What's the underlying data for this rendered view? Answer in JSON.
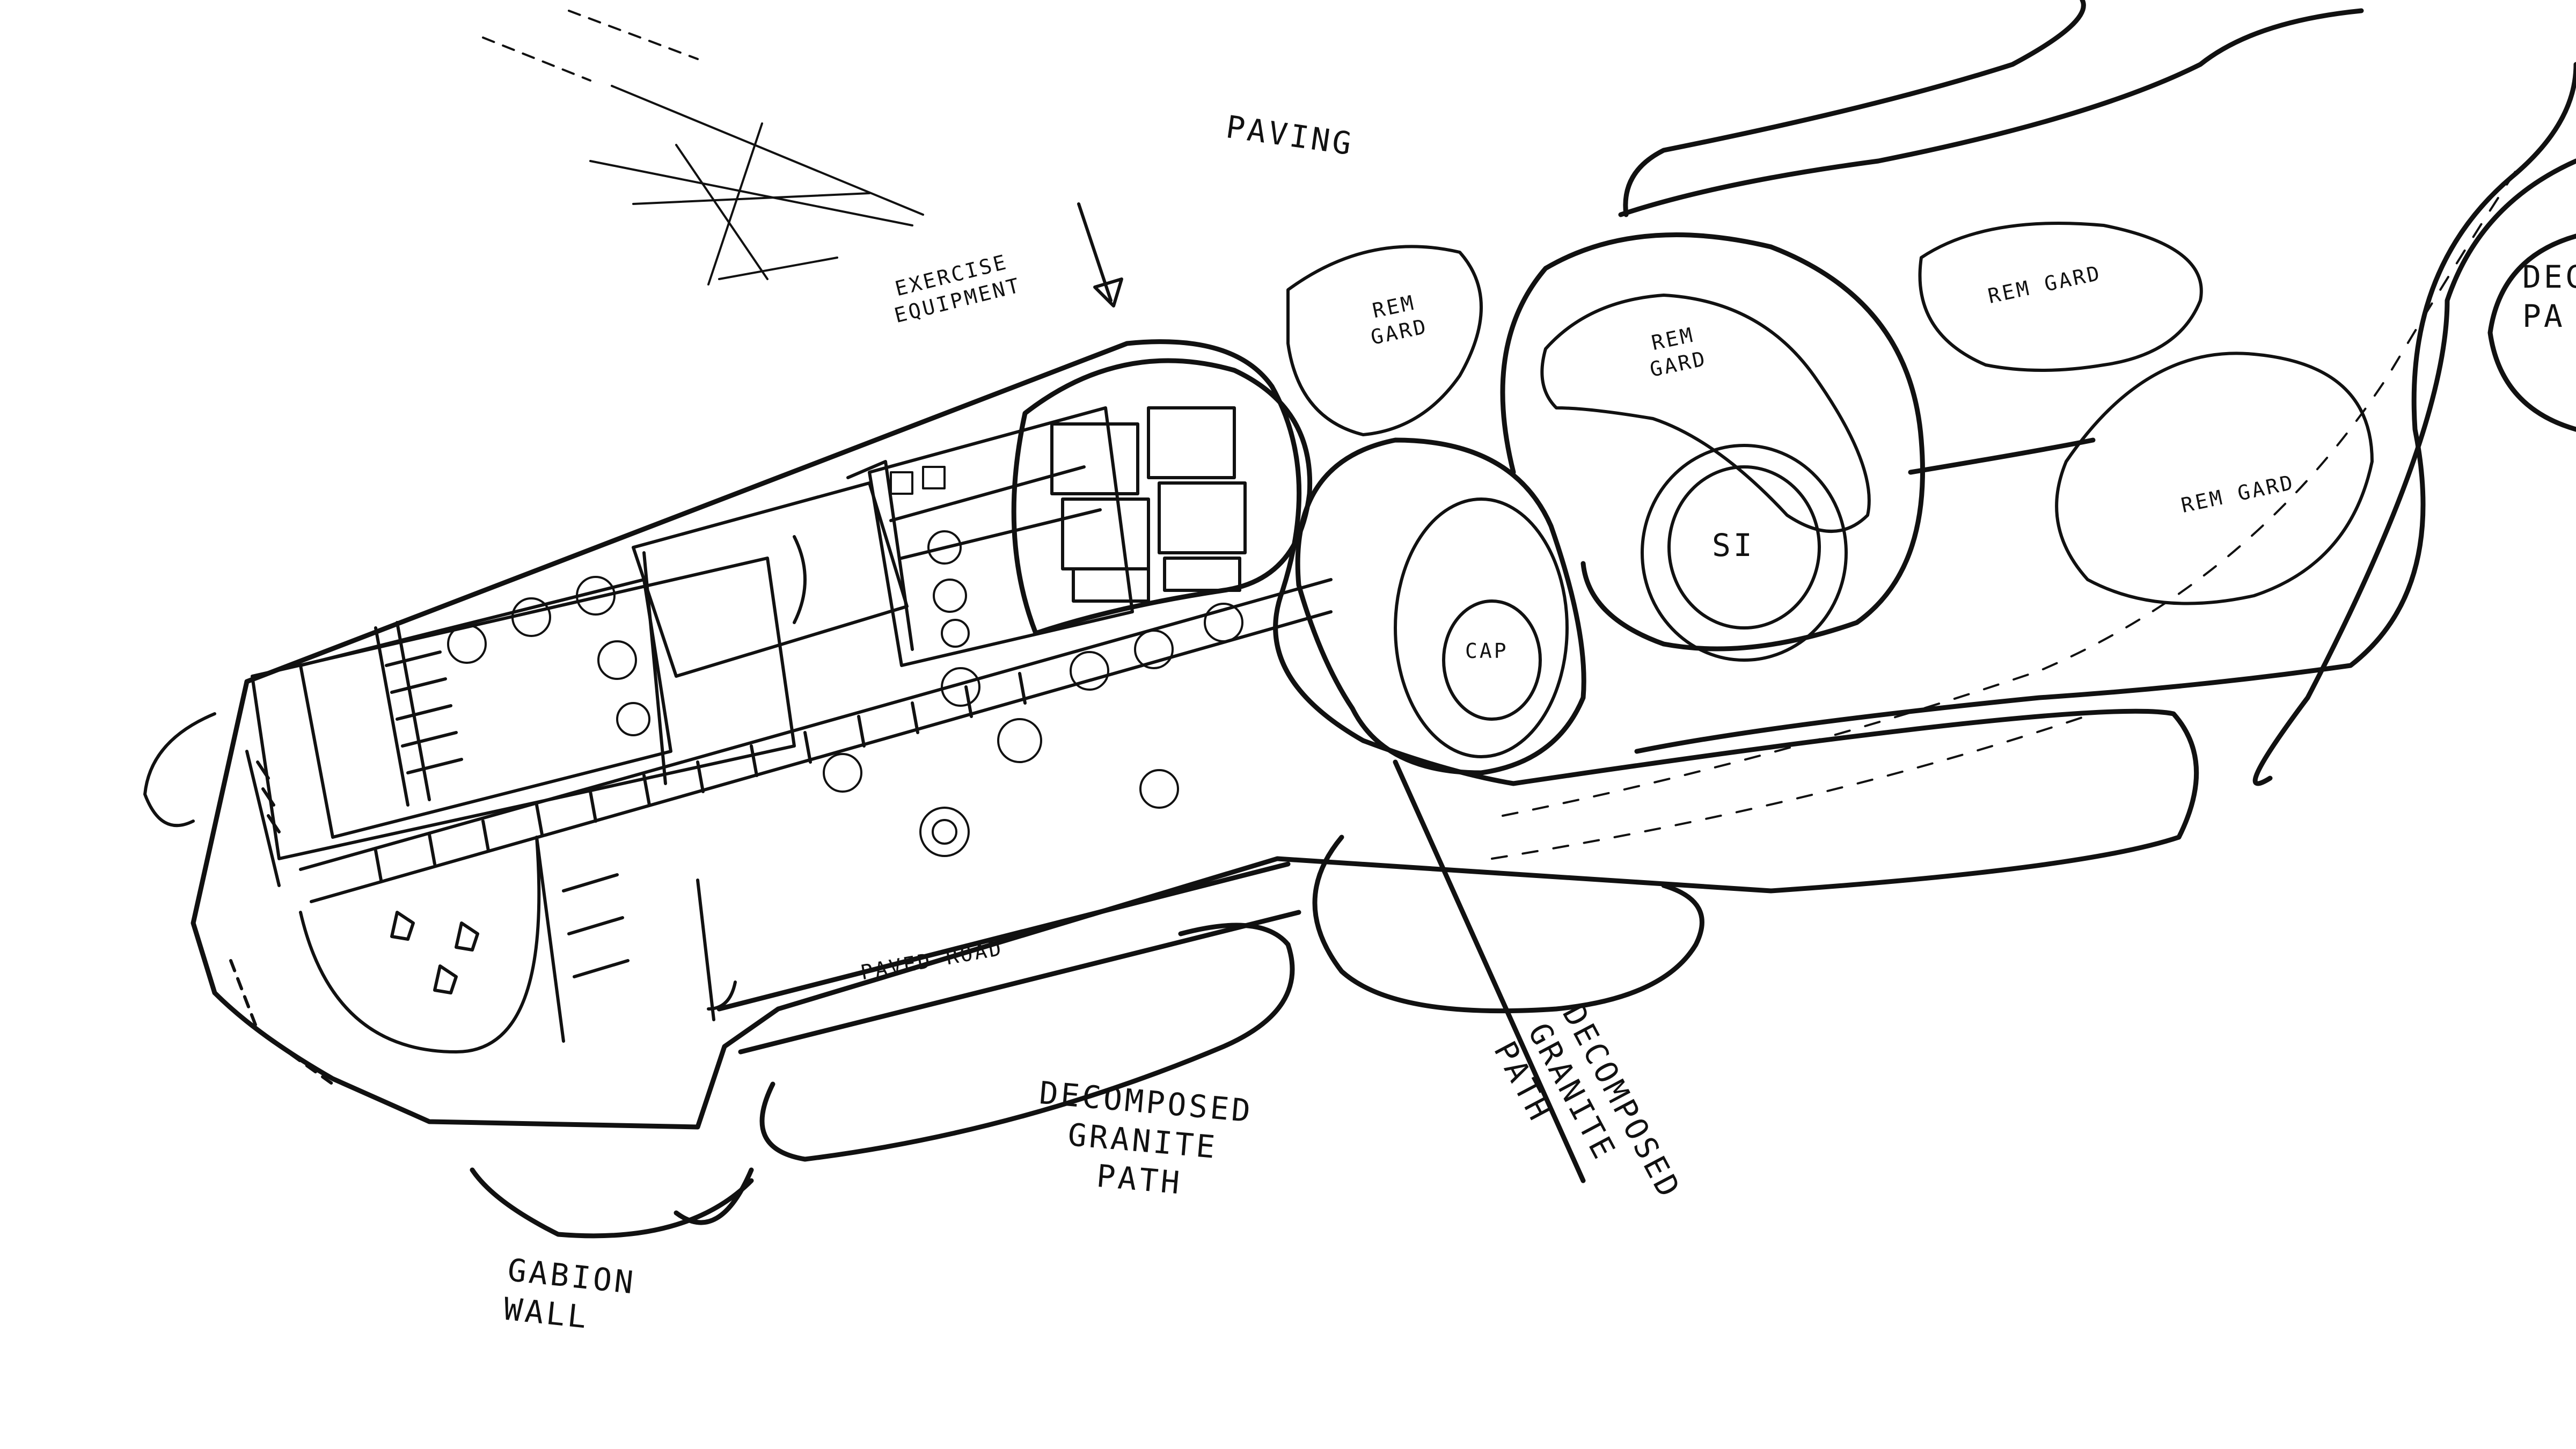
{
  "labels": {
    "paving": "PAVING",
    "exercise_line1": "EXERCISE",
    "exercise_line2": "EQUIPMENT",
    "rem_gard_1_line1": "REM",
    "rem_gard_1_line2": "GARD",
    "rem_gard_2_line1": "REM",
    "rem_gard_2_line2": "GARD",
    "rem_gard_3": "REM GARD",
    "rem_gard_4": "REM GARD",
    "dg_edge_line1": "DECO",
    "dg_edge_line2": "PA",
    "pond_label": "SI",
    "pond_small_label": "CAP",
    "paved_road": "PAVED ROAD",
    "dg_path_1_line1": "DECOMPOSED",
    "dg_path_1_line2": "GRANITE",
    "dg_path_1_line3": "PATH",
    "dg_path_2_line1": "DECOMPOSED",
    "dg_path_2_line2": "GRANITE",
    "dg_path_2_line3": "PATH",
    "gabion_line1": "GABION",
    "gabion_line2": "WALL"
  },
  "colors": {
    "ink": "#111111",
    "paper": "#ffffff"
  }
}
